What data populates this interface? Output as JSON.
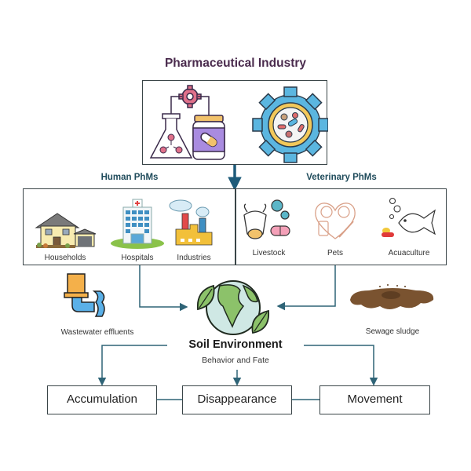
{
  "title": "Pharmaceutical Industry",
  "sections": {
    "human": {
      "label": "Human PhMs",
      "items": [
        {
          "label": "Households",
          "icon": "house-icon"
        },
        {
          "label": "Hospitals",
          "icon": "hospital-icon"
        },
        {
          "label": "Industries",
          "icon": "factory-icon"
        }
      ]
    },
    "veterinary": {
      "label": "Veterinary PhMs",
      "items": [
        {
          "label": "Livestock",
          "icon": "cow-icon"
        },
        {
          "label": "Pets",
          "icon": "pets-icon"
        },
        {
          "label": "Acuaculture",
          "icon": "fish-icon"
        }
      ]
    }
  },
  "sources": {
    "wastewater": "Wastewater effluents",
    "sludge": "Sewage sludge"
  },
  "soil": {
    "title": "Soil Environment",
    "subtitle": "Behavior and Fate"
  },
  "outcomes": [
    "Accumulation",
    "Disappearance",
    "Movement"
  ],
  "colors": {
    "title": "#4a2b4d",
    "section_label": "#1f4b5b",
    "connector": "#2f6477",
    "main_arrow": "#1e5b7a",
    "box_border": "#3a4548"
  }
}
